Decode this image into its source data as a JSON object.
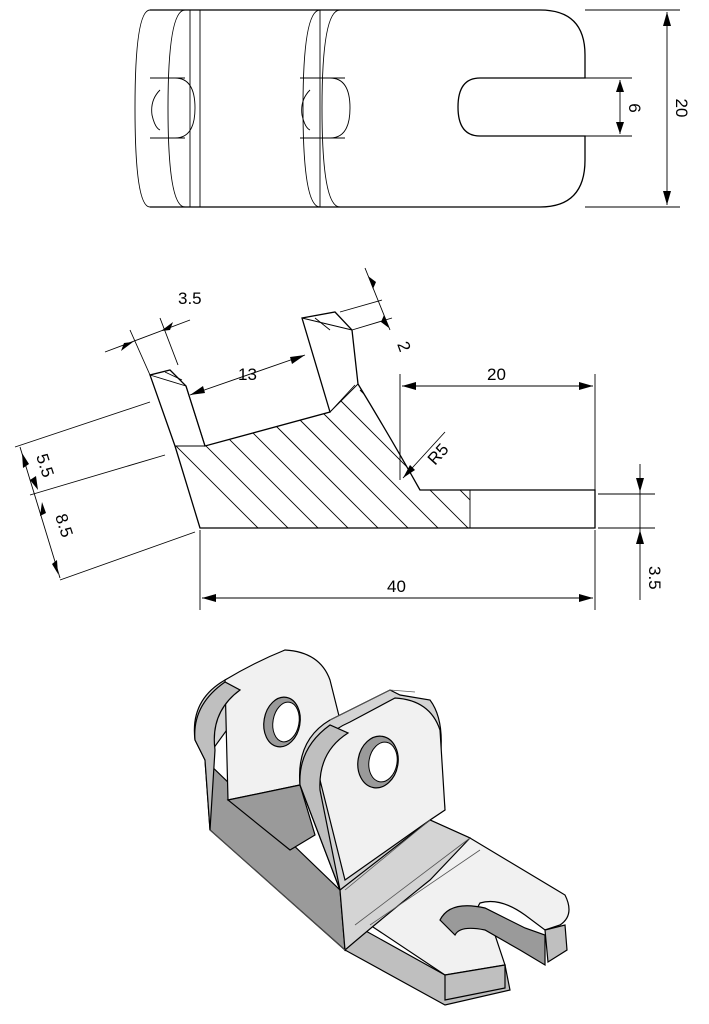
{
  "dimensions": {
    "plan_width": "20",
    "slot_width": "6",
    "lug_thickness": "3.5",
    "lug_gap": "13",
    "lug_offset": "2",
    "flange_length": "20",
    "fillet_radius": "R5",
    "lug_height_upper": "5.5",
    "lug_height_lower": "8.5",
    "overall_length": "40",
    "base_thickness": "3.5"
  },
  "colors": {
    "line": "#000000",
    "iso_light": "#f1f1f1",
    "iso_mid": "#d4d4d4",
    "iso_dark": "#bfbfbf"
  }
}
